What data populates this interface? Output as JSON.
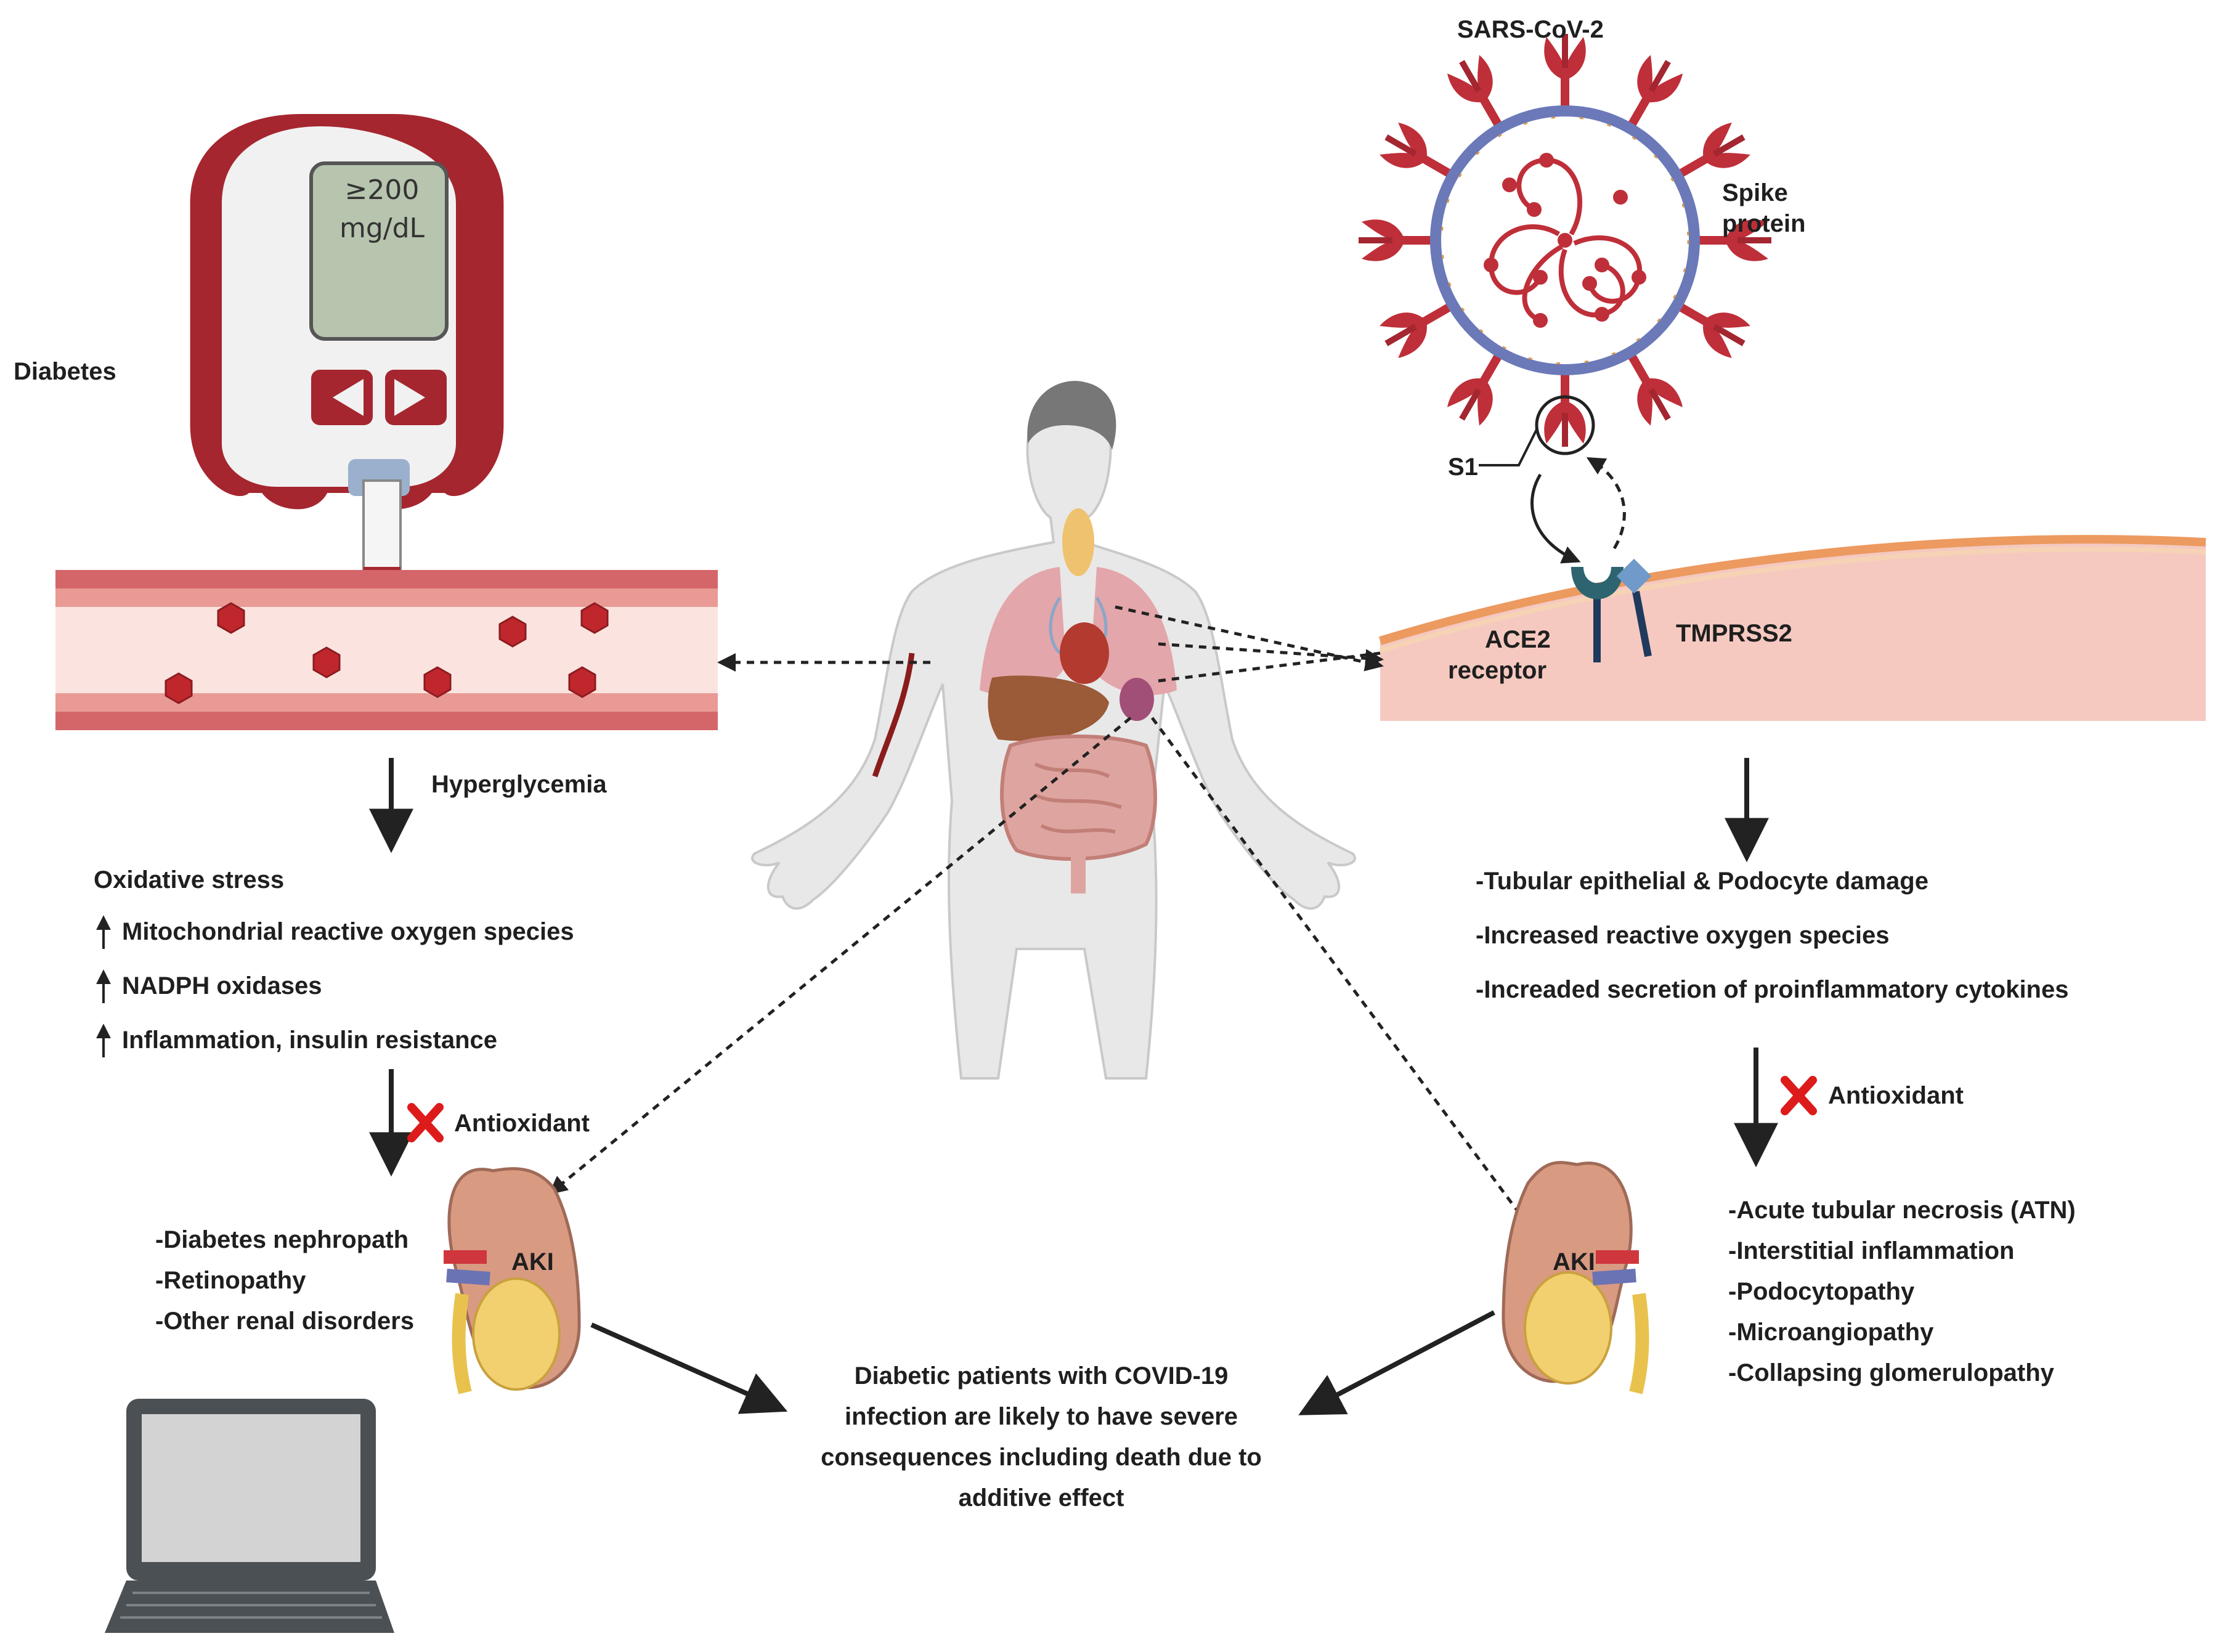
{
  "colors": {
    "vessel": "#d4666a",
    "vessel_inner": "#fbe4df",
    "rbc": "#c0272d",
    "meter_body": "#a5262f",
    "screen": "#b7c4ae",
    "cell": "#f5c9c0",
    "membrane": "#ec9a60",
    "virus_envelope": "#6b79b8",
    "spike": "#bf2f39",
    "kidney": "#d99a82",
    "arrow": "#222222",
    "x_mark": "#dd1b1b",
    "skin": "#e8e8e8",
    "laptop": "#4a5054"
  },
  "icons": [
    "glucose-meter-icon",
    "blood-vessel-icon",
    "human-body-icon",
    "virus-icon",
    "kidney-icon",
    "laptop-icon",
    "x-mark-icon",
    "up-arrow-icon"
  ],
  "meter": {
    "reading": "≥200",
    "unit": "mg/dL"
  },
  "labels": {
    "diabetes": "Diabetes",
    "hyperglycemia": "Hyperglycemia",
    "sars": "SARS-CoV-2",
    "spike": "Spike",
    "protein": "protein",
    "s1": "S1",
    "ace2": "ACE2",
    "receptor": "receptor",
    "tmprss2": "TMPRSS2",
    "antioxidant_left": "Antioxidant",
    "antioxidant_right": "Antioxidant",
    "aki_left": "AKI",
    "aki_right": "AKI"
  },
  "left_effects": {
    "heading": "Oxidative stress",
    "items": [
      "Mitochondrial reactive oxygen species",
      "NADPH oxidases",
      "Inflammation, insulin resistance"
    ]
  },
  "left_outcomes": [
    "-Diabetes nephropath",
    "-Retinopathy",
    "-Other renal disorders"
  ],
  "right_effects": [
    "-Tubular epithelial & Podocyte damage",
    "-Increased reactive oxygen species",
    "-Increaded  secretion of proinflammatory cytokines"
  ],
  "right_outcomes": [
    "-Acute tubular necrosis (ATN)",
    "-Interstitial inflammation",
    "-Podocytopathy",
    "-Microangiopathy",
    "-Collapsing glomerulopathy"
  ],
  "conclusion": [
    "Diabetic patients with COVID-19",
    "infection are likely to have severe",
    "consequences including  death  due to",
    "additive effect"
  ]
}
